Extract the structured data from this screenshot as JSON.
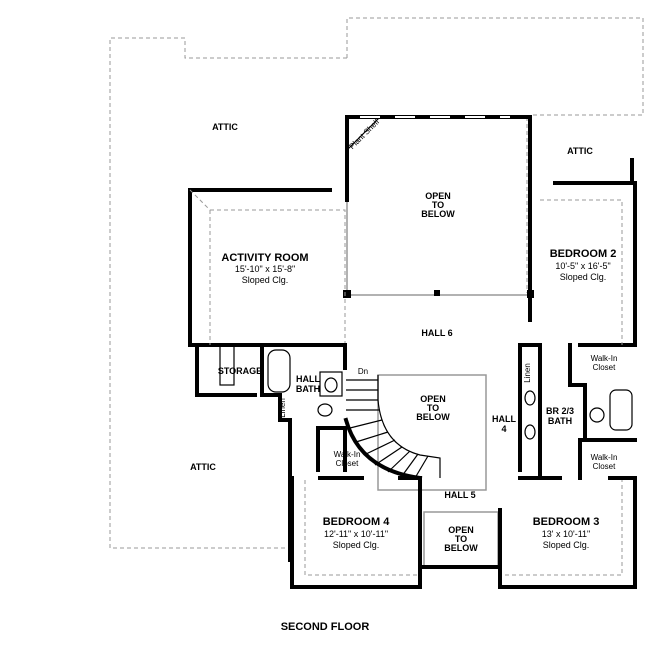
{
  "plan": {
    "title": "SECOND FLOOR",
    "attic_left_top": "ATTIC",
    "attic_right": "ATTIC",
    "attic_left_bottom": "ATTIC",
    "plant_shelf": "Plant Shelf",
    "open_top": [
      "OPEN",
      "TO",
      "BELOW"
    ],
    "open_stair": [
      "OPEN",
      "TO",
      "BELOW"
    ],
    "open_bottom": [
      "OPEN",
      "TO",
      "BELOW"
    ],
    "activity_room": {
      "name": "ACTIVITY ROOM",
      "size": "15'-10\" x 15'-8\"",
      "note": "Sloped Clg."
    },
    "bedroom2": {
      "name": "BEDROOM 2",
      "size": "10'-5\" x 16'-5\"",
      "note": "Sloped Clg."
    },
    "bedroom3": {
      "name": "BEDROOM 3",
      "size": "13' x 10'-11\"",
      "note": "Sloped Clg."
    },
    "bedroom4": {
      "name": "BEDROOM 4",
      "size": "12'-11\" x 10'-11\"",
      "note": "Sloped Clg."
    },
    "hall6": "HALL 6",
    "hall4": [
      "HALL",
      "4"
    ],
    "hall5": "HALL 5",
    "storage": "STORAGE",
    "hall_bath": [
      "HALL",
      "BATH"
    ],
    "br23_bath": [
      "BR 2/3",
      "BATH"
    ],
    "linen": "Linen",
    "linen2": "Linen",
    "dn": "Dn",
    "walkin_br2": [
      "Walk-In",
      "Closet"
    ],
    "walkin_br3": [
      "Walk-In",
      "Closet"
    ],
    "walkin_br4": [
      "Walk-In",
      "Closet"
    ]
  }
}
